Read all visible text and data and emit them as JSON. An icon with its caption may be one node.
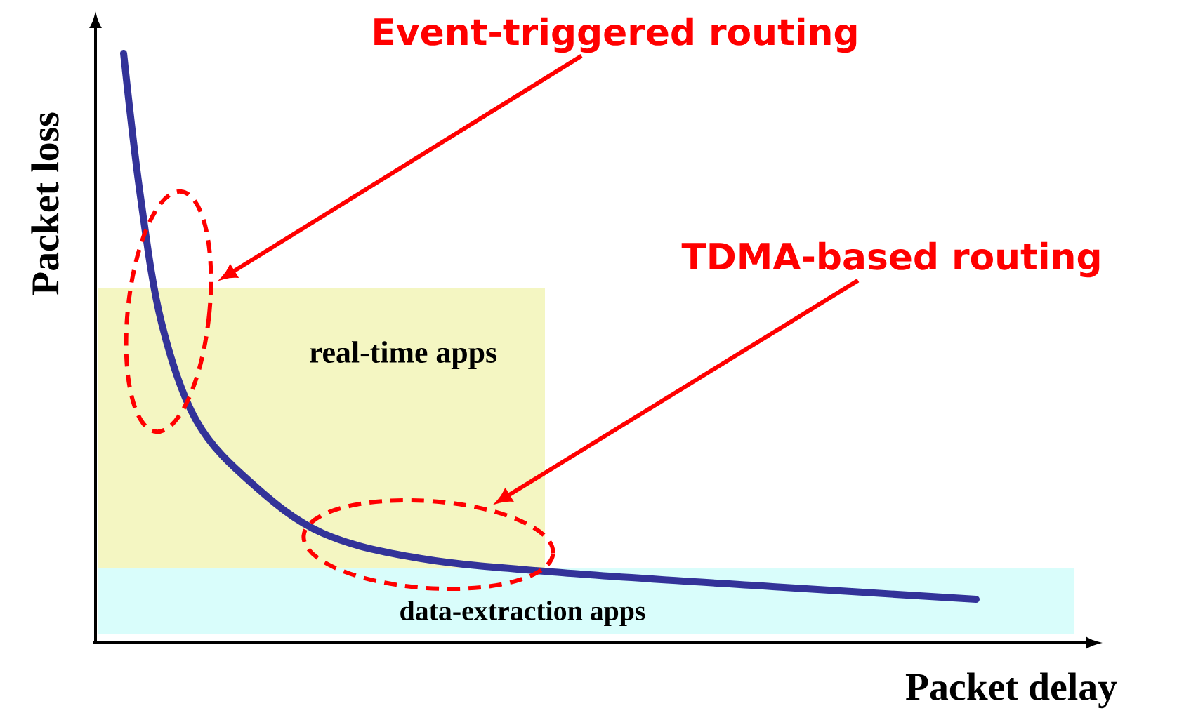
{
  "diagram": {
    "nodes": [
      {
        "text": [
          "Event-triggered routing"
        ]
      },
      {
        "text": [
          "TDMA-based routing"
        ]
      },
      {
        "text": [
          "real-time apps"
        ]
      },
      {
        "text": [
          "data-extraction apps"
        ]
      },
      {
        "text": [],
        "shape": "ellipse"
      },
      {
        "text": [],
        "shape": "ellipse"
      }
    ],
    "edges": [
      {
        "from": 0,
        "to": 4,
        "arrow": "to",
        "color": "#ff0000"
      },
      {
        "from": 1,
        "to": 5,
        "arrow": "to",
        "color": "#ff0000"
      }
    ],
    "labels": [
      "Packet loss",
      "Packet delay"
    ]
  }
}
